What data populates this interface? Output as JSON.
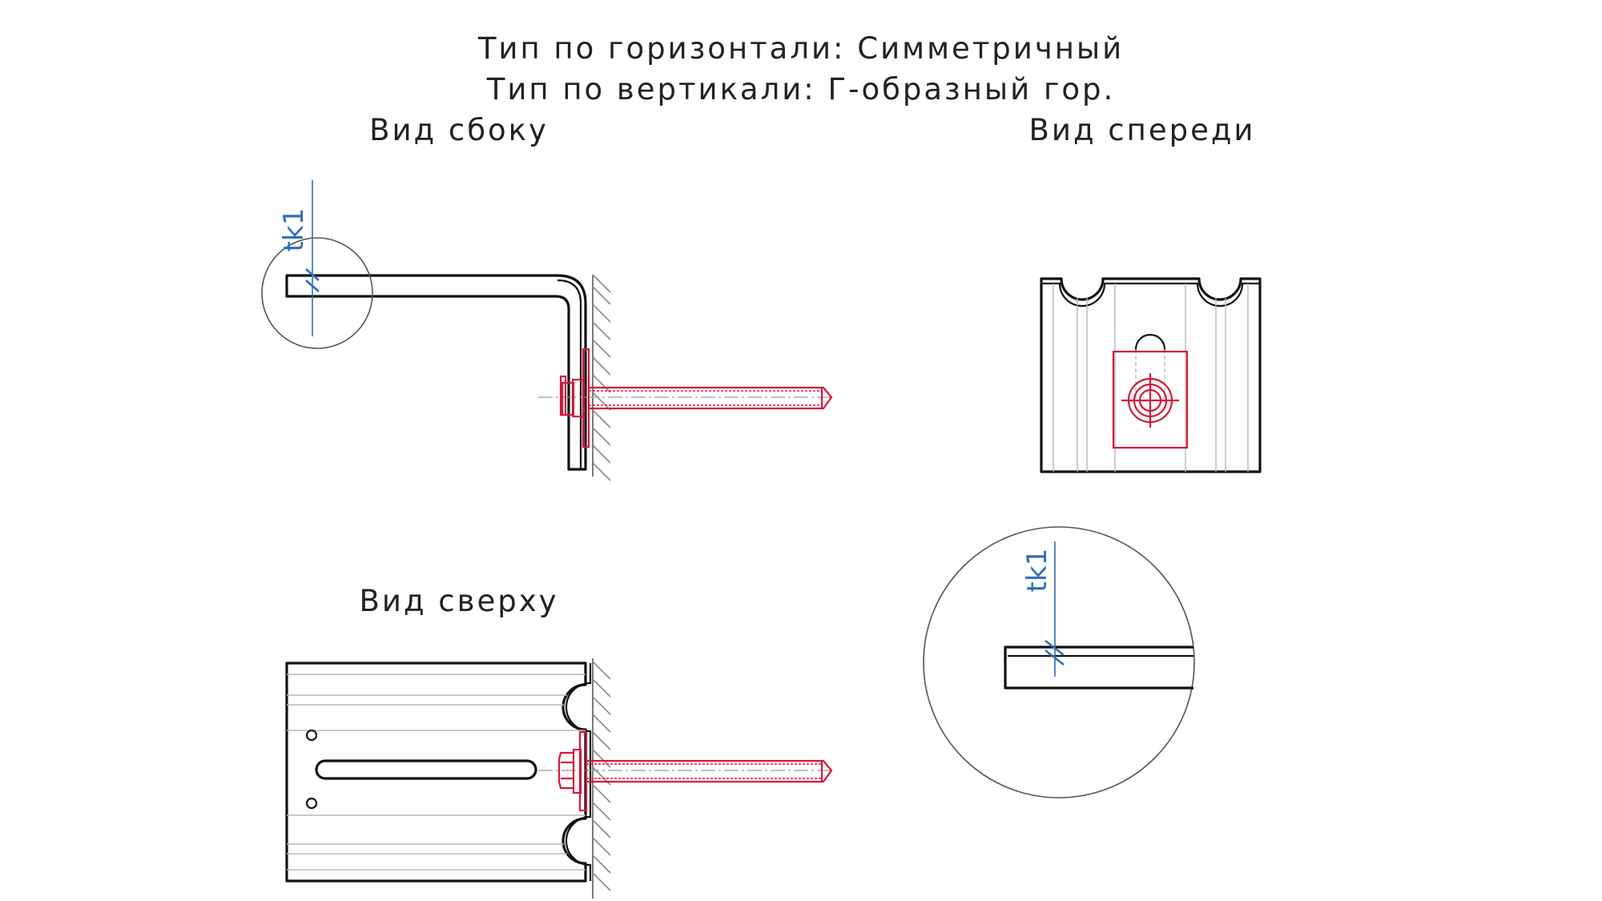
{
  "header": {
    "horizontal_type": "Тип по горизонтали: Симметричный",
    "vertical_type": "Тип по вертикали: Г-образный гор."
  },
  "views": {
    "side_label": "Вид сбоку",
    "front_label": "Вид спереди",
    "top_label": "Вид сверху"
  },
  "dimensions": {
    "thickness_label_side": "tk1",
    "thickness_label_detail": "tk1"
  },
  "colors": {
    "part_outline": "#111111",
    "fastener": "#d4173c",
    "dimension": "#2f6db5",
    "wall": "#7a7a7a"
  }
}
